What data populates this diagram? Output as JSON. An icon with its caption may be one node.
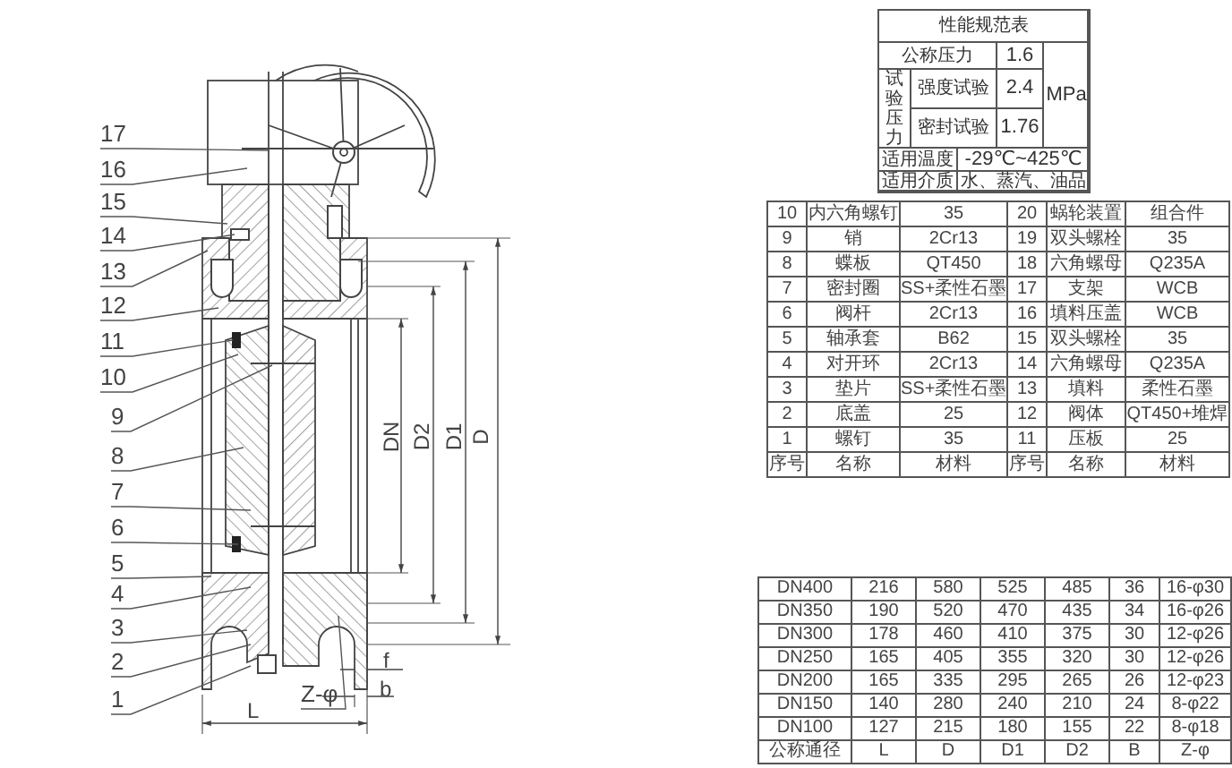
{
  "diagram": {
    "nodes": [
      {
        "text": [
          "17"
        ]
      },
      {
        "text": [
          "16"
        ]
      },
      {
        "text": [
          "15"
        ]
      },
      {
        "text": [
          "14"
        ]
      },
      {
        "text": [
          "13"
        ]
      },
      {
        "text": [
          "12"
        ]
      },
      {
        "text": [
          "11"
        ]
      },
      {
        "text": [
          "10"
        ]
      },
      {
        "text": [
          "9"
        ]
      },
      {
        "text": [
          "8"
        ]
      },
      {
        "text": [
          "7"
        ]
      },
      {
        "text": [
          "6"
        ]
      },
      {
        "text": [
          "5"
        ]
      },
      {
        "text": [
          "4"
        ]
      },
      {
        "text": [
          "3"
        ]
      },
      {
        "text": [
          "2"
        ]
      },
      {
        "text": [
          "1"
        ]
      },
      {
        "text": [
          "Z-φ"
        ]
      }
    ],
    "edges": [
      {
        "from": 0,
        "to": null,
        "arrow": "none"
      },
      {
        "from": 1,
        "to": null,
        "arrow": "none"
      },
      {
        "from": 2,
        "to": null,
        "arrow": "none"
      },
      {
        "from": 3,
        "to": null,
        "arrow": "none"
      },
      {
        "from": 4,
        "to": null,
        "arrow": "none"
      },
      {
        "from": 5,
        "to": null,
        "arrow": "none"
      },
      {
        "from": 6,
        "to": null,
        "arrow": "none"
      },
      {
        "from": 7,
        "to": null,
        "arrow": "none"
      },
      {
        "from": 8,
        "to": null,
        "arrow": "none"
      },
      {
        "from": 9,
        "to": null,
        "arrow": "none"
      },
      {
        "from": 10,
        "to": null,
        "arrow": "none"
      },
      {
        "from": 11,
        "to": null,
        "arrow": "none"
      },
      {
        "from": 12,
        "to": null,
        "arrow": "none"
      },
      {
        "from": 13,
        "to": null,
        "arrow": "none"
      },
      {
        "from": 14,
        "to": null,
        "arrow": "none"
      },
      {
        "from": 15,
        "to": null,
        "arrow": "none"
      },
      {
        "from": 16,
        "to": null,
        "arrow": "none"
      },
      {
        "from": 17,
        "to": null,
        "arrow": "none"
      }
    ],
    "labels": [
      "DN",
      "D2",
      "D1",
      "D",
      "f",
      "b",
      "L",
      "性能规范表",
      "公称压力",
      "1.6",
      "MPa",
      "试验压力",
      "强度试验",
      "2.4",
      "密封试验",
      "1.76",
      "适用温度",
      "-29℃~425℃",
      "适用介质",
      "水、蒸汽、油品",
      "10",
      "内六角螺钉",
      "35",
      "20",
      "蜗轮装置",
      "组合件",
      "9",
      "销",
      "2Cr13",
      "19",
      "双头螺栓",
      "35",
      "8",
      "蝶板",
      "QT450",
      "18",
      "六角螺母",
      "Q235A",
      "7",
      "密封圈",
      "SS+柔性石墨",
      "17",
      "支架",
      "WCB",
      "6",
      "阀杆",
      "2Cr13",
      "16",
      "填料压盖",
      "WCB",
      "5",
      "轴承套",
      "B62",
      "15",
      "双头螺栓",
      "35",
      "4",
      "对开环",
      "2Cr13",
      "14",
      "六角螺母",
      "Q235A",
      "3",
      "垫片",
      "SS+柔性石墨",
      "13",
      "填料",
      "柔性石墨",
      "2",
      "底盖",
      "25",
      "12",
      "阀体",
      "QT450+堆焊",
      "1",
      "螺钉",
      "35",
      "11",
      "压板",
      "25",
      "序号",
      "名称",
      "材料",
      "序号",
      "名称",
      "材料",
      "DN400",
      "216",
      "580",
      "525",
      "485",
      "36",
      "16-φ30",
      "DN350",
      "190",
      "520",
      "470",
      "435",
      "34",
      "16-φ26",
      "DN300",
      "178",
      "460",
      "410",
      "375",
      "30",
      "12-φ26",
      "DN250",
      "165",
      "405",
      "355",
      "320",
      "30",
      "12-φ26",
      "DN200",
      "165",
      "335",
      "295",
      "265",
      "26",
      "12-φ23",
      "DN150",
      "140",
      "280",
      "240",
      "210",
      "24",
      "8-φ22",
      "DN100",
      "127",
      "215",
      "180",
      "155",
      "22",
      "8-φ18",
      "公称通径",
      "L",
      "D",
      "D1",
      "D2",
      "B",
      "Z-φ"
    ]
  }
}
